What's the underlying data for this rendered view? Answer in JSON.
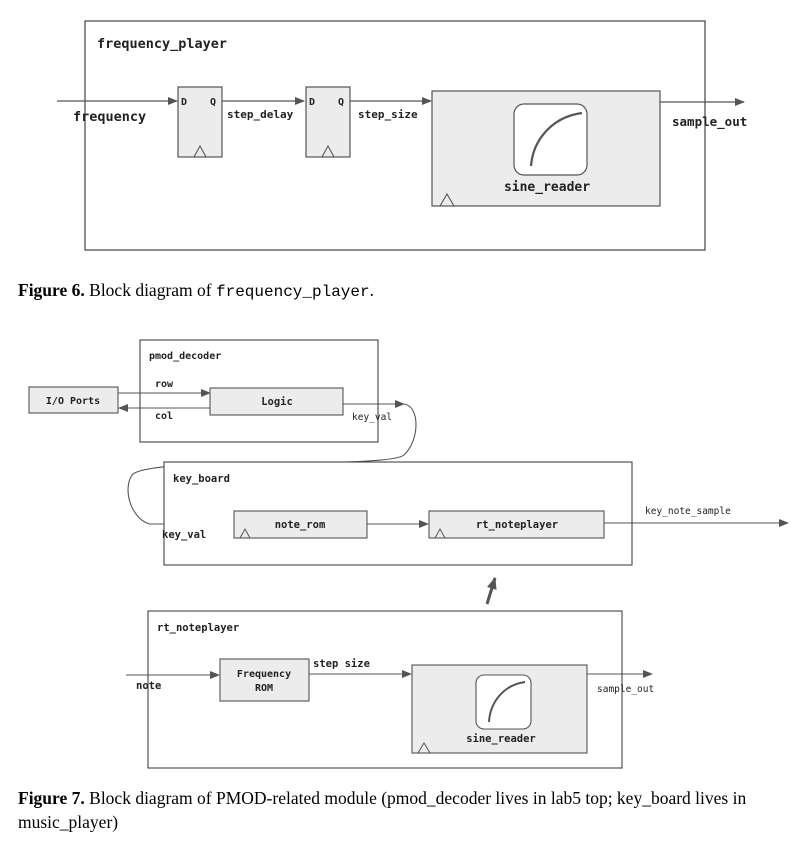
{
  "fig6": {
    "module_title": "frequency_player",
    "input_label": "frequency",
    "ff_d": "D",
    "ff_q": "Q",
    "step_delay": "step_delay",
    "step_size": "step_size",
    "sine_reader": "sine_reader",
    "output_label": "sample_out",
    "caption_bold": "Figure 6.",
    "caption_text": " Block diagram of ",
    "caption_code": "frequency_player",
    "caption_end": "."
  },
  "fig7": {
    "pmod_title": "pmod_decoder",
    "io_ports": "I/O Ports",
    "row": "row",
    "col": "col",
    "logic": "Logic",
    "key_val_out": "key_val",
    "key_board_title": "key_board",
    "key_val_in": "key_val",
    "note_rom": "note_rom",
    "rt_noteplayer_block": "rt_noteplayer",
    "key_note_sample": "key_note_sample",
    "rt_title": "rt_noteplayer",
    "note": "note",
    "freq_rom_line1": "Frequency",
    "freq_rom_line2": "ROM",
    "step_size": "step size",
    "sine_reader": "sine_reader",
    "sample_out": "sample_out",
    "caption_bold": "Figure 7.",
    "caption_text": " Block diagram of PMOD-related module (pmod_decoder lives in lab5 top; key_board lives in music_player)"
  },
  "colors": {
    "block_fill": "#ececec",
    "line": "#555555",
    "border": "#444444"
  }
}
